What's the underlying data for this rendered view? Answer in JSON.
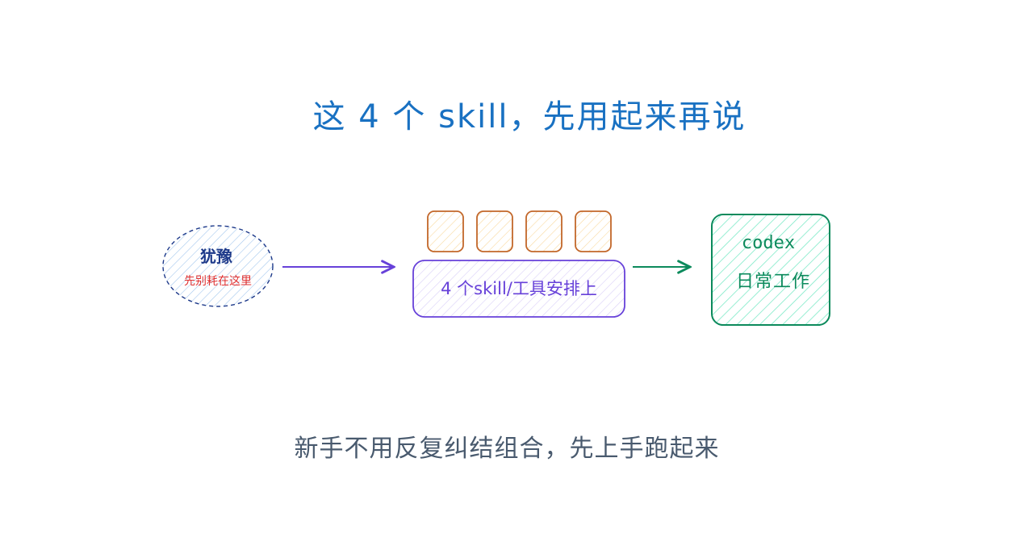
{
  "title": "这 4 个 skill，先用起来再说",
  "hesitation": {
    "main": "犹豫",
    "sub": "先别耗在这里"
  },
  "skills_box": {
    "label": "4 个skill/工具安排上",
    "count_tiles": 4
  },
  "codex_box": {
    "title": "codex",
    "subtitle": "日常工作"
  },
  "bottom_text": "新手不用反复纠结组合，先上手跑起来",
  "colors": {
    "title": "#1971c2",
    "hesitation_border": "#1e3a8a",
    "hesitation_sub": "#e03131",
    "skills_border": "#6741d9",
    "skills_fill": "#ede7fb",
    "tile_border": "#c2672a",
    "tile_fill": "#fff4e0",
    "codex_border": "#0c8a5c",
    "codex_hatch": "#63e6be",
    "bottom_text": "#495a6e"
  }
}
